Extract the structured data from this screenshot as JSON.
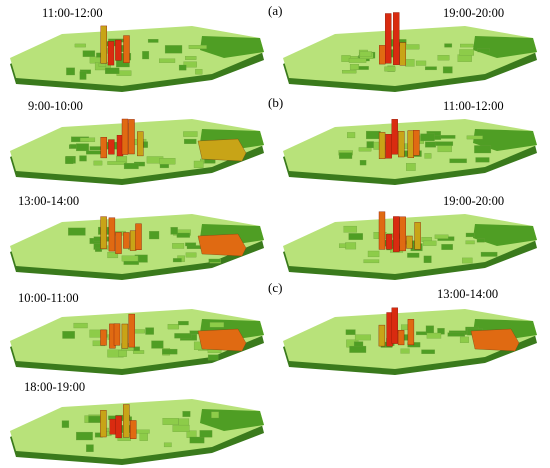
{
  "group_labels": [
    "(a)",
    "(b)",
    "(c)"
  ],
  "colors": {
    "top_light": "#b8e27a",
    "top_mid": "#8dcc49",
    "top_dark": "#4f9e24",
    "side": "#3a7a1c",
    "yellow": "#c8a417",
    "orange": "#e06a12",
    "red": "#d92b10",
    "dark_red": "#8a1a08"
  },
  "panels": [
    {
      "time_label": "11:00-12:00",
      "peak": "red",
      "region": "none"
    },
    {
      "time_label": "19:00-20:00",
      "peak": "red",
      "region": "none"
    },
    {
      "time_label": "9:00-10:00",
      "peak": "red",
      "region": "yellow"
    },
    {
      "time_label": "11:00-12:00",
      "peak": "red",
      "region": "none"
    },
    {
      "time_label": "13:00-14:00",
      "peak": "orange",
      "region": "orange"
    },
    {
      "time_label": "19:00-20:00",
      "peak": "red",
      "region": "none"
    },
    {
      "time_label": "10:00-11:00",
      "peak": "orange",
      "region": "orange"
    },
    {
      "time_label": "13:00-14:00",
      "peak": "red",
      "region": "orange"
    },
    {
      "time_label": "18:00-19:00",
      "peak": "red",
      "region": "none"
    }
  ]
}
